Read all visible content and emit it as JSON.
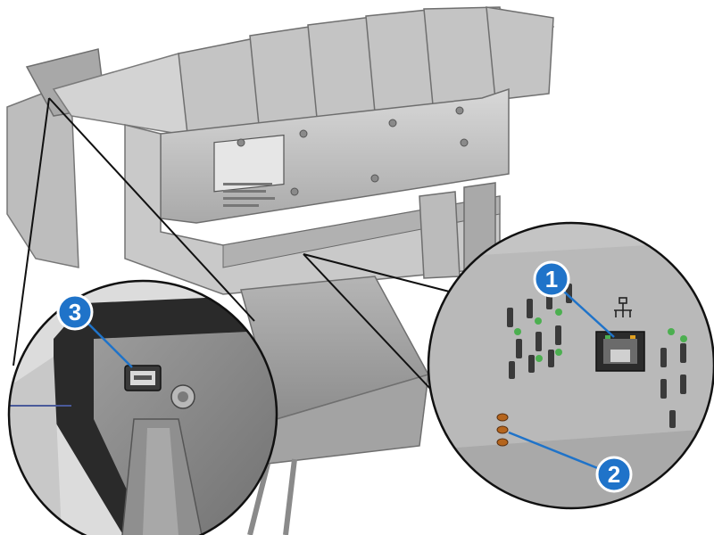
{
  "callouts": [
    {
      "number": "1",
      "target": "ethernet-port"
    },
    {
      "number": "2",
      "target": "status-leds"
    },
    {
      "number": "3",
      "target": "usb-port"
    }
  ],
  "colors": {
    "callout_fill": "#1f73c9",
    "callout_stroke": "#ffffff",
    "printer_body": "#c7c7c7",
    "printer_shadow": "#8e8e8e",
    "port_green": "#4caf50"
  },
  "icons": [
    "ethernet-icon",
    "usb-port-icon"
  ]
}
